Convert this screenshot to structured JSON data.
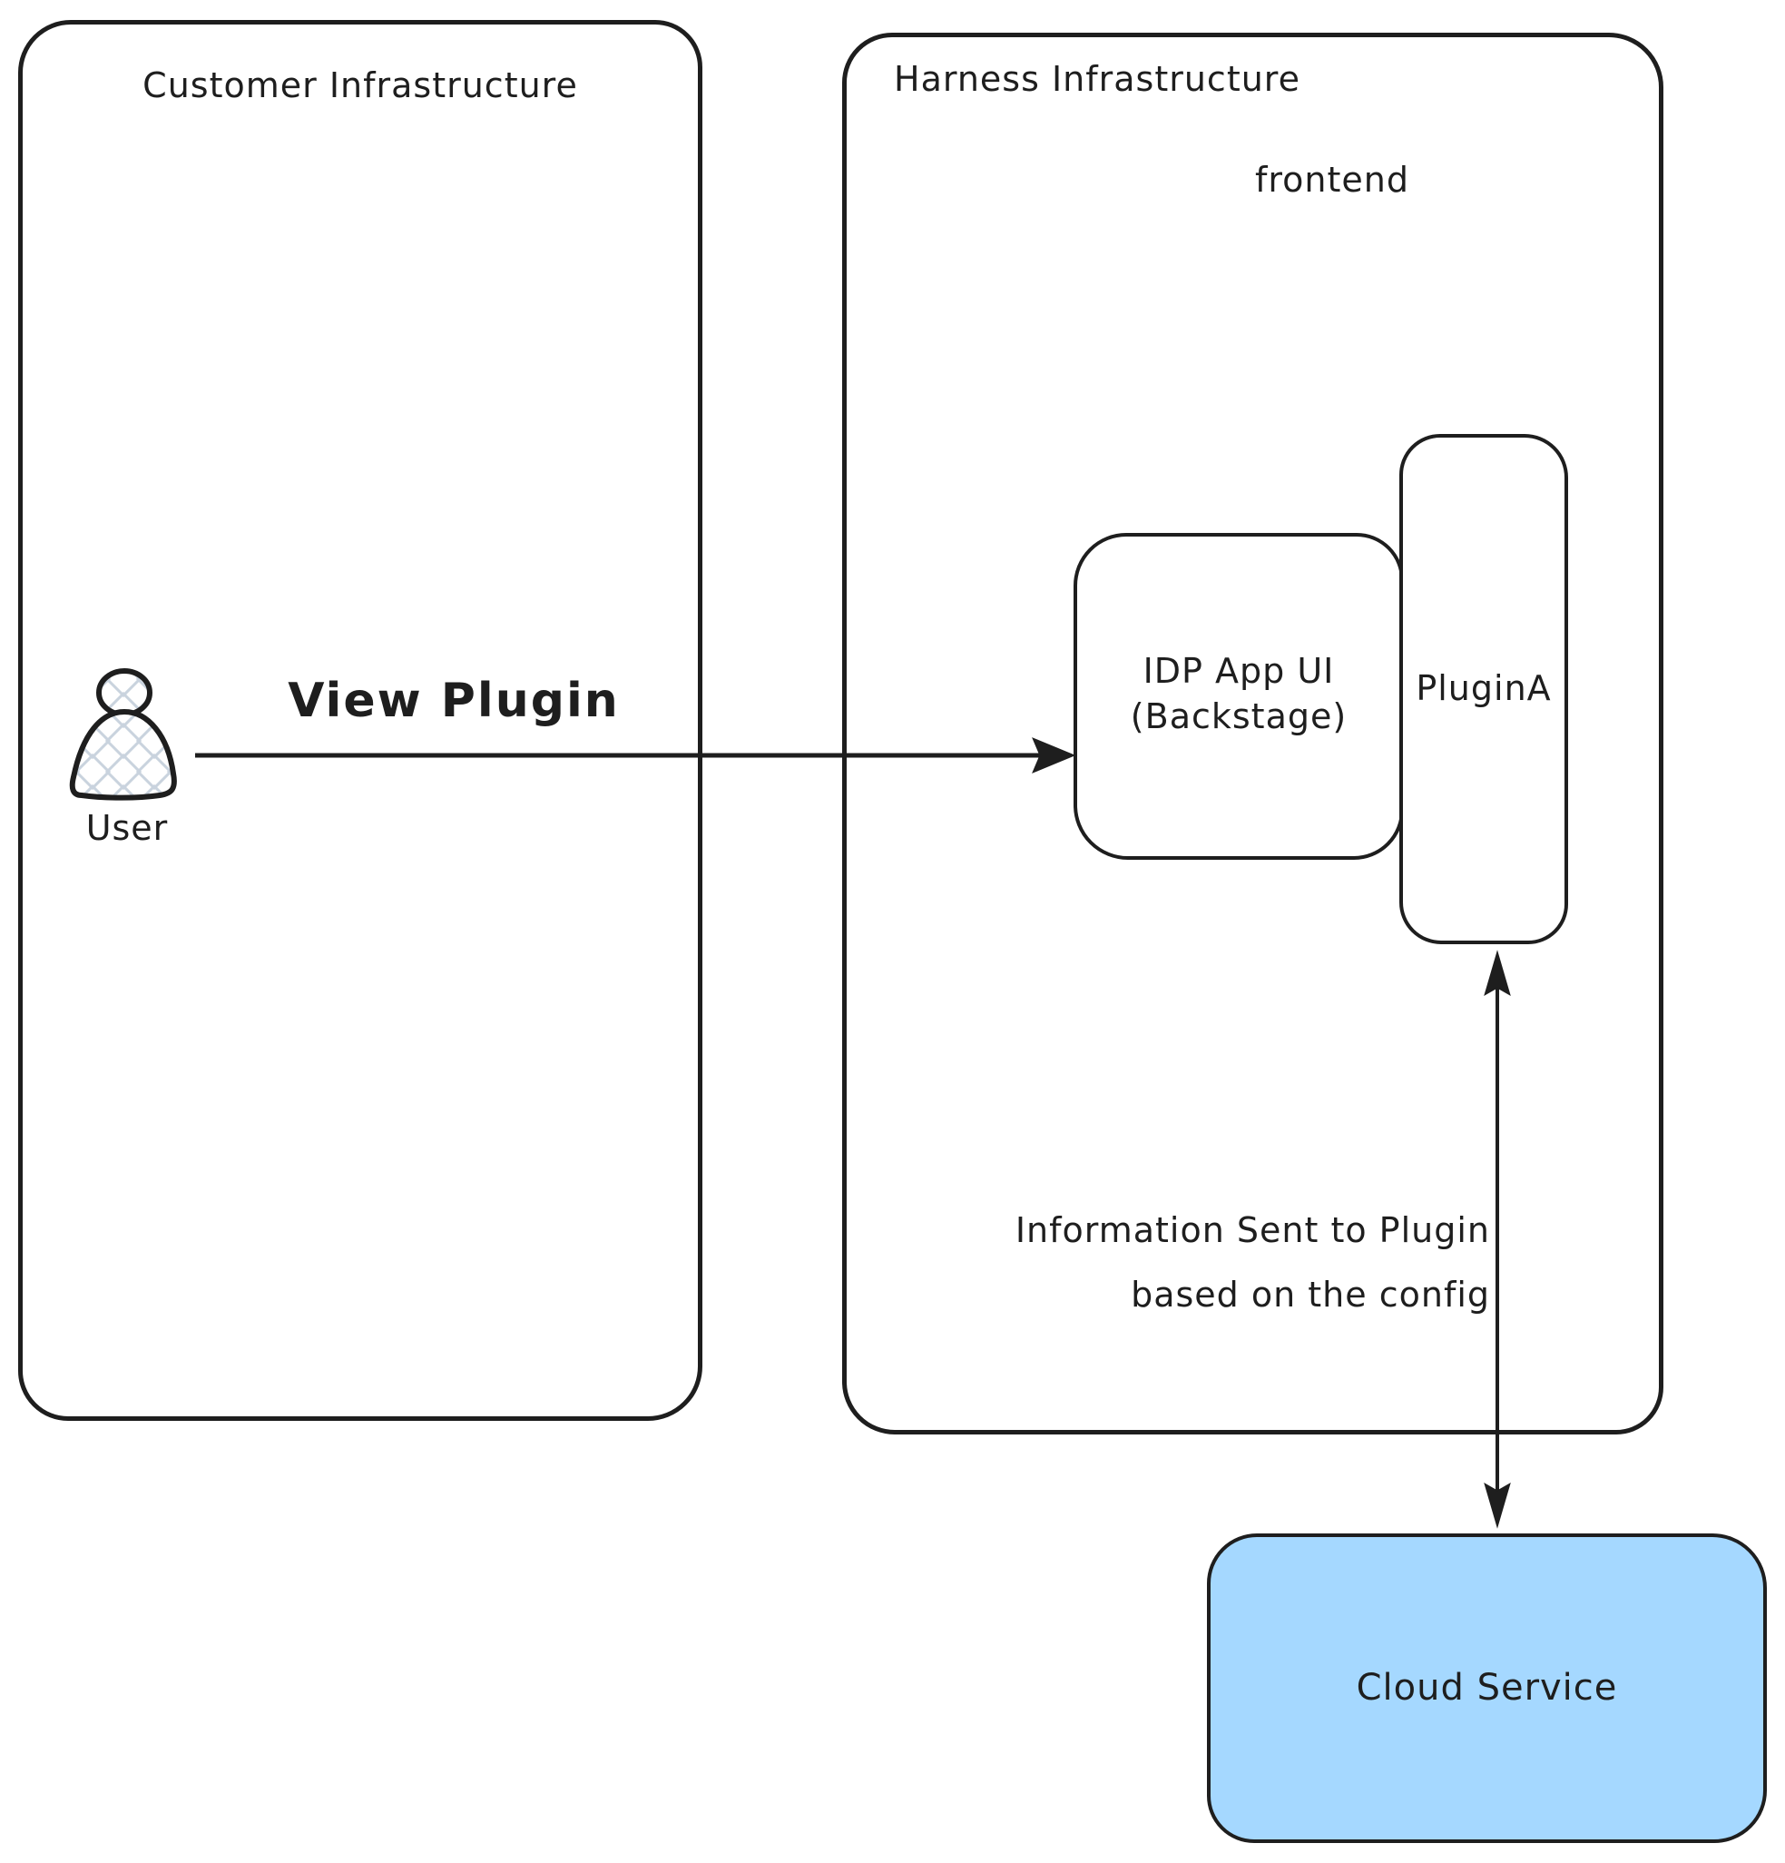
{
  "diagram": {
    "customer_box": {
      "title": "Customer Infrastructure"
    },
    "harness_box": {
      "title": "Harness Infrastructure",
      "sublabel": "frontend"
    },
    "user": {
      "label": "User"
    },
    "idp_box": {
      "line1": "IDP App UI",
      "line2": "(Backstage)"
    },
    "plugin_box": {
      "label": "PluginA"
    },
    "cloud_box": {
      "label": "Cloud Service"
    },
    "arrows": {
      "view_plugin": {
        "label": "View Plugin"
      },
      "info": {
        "line1": "Information Sent to Plugin",
        "line2": "based on the config"
      }
    },
    "colors": {
      "stroke": "#1e1e1e",
      "cloud_fill": "#a5d8ff",
      "crosshatch": "#c9d3de"
    }
  }
}
